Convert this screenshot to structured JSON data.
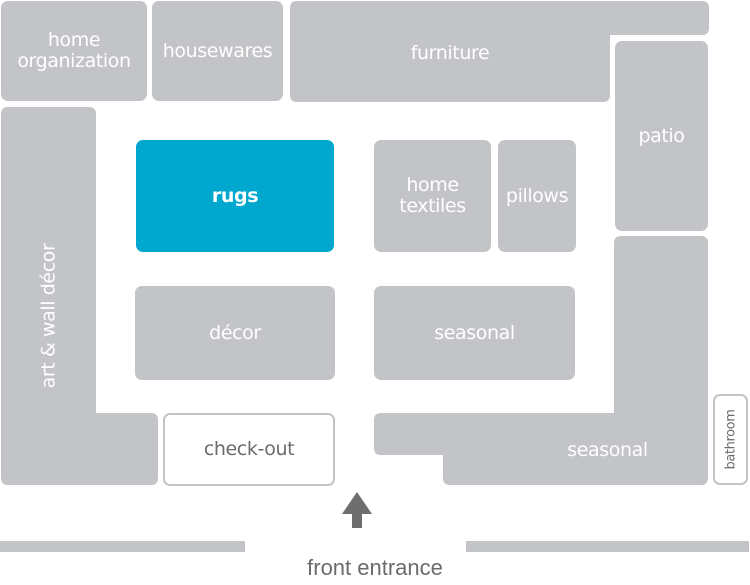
{
  "map": {
    "selected_department": "rugs",
    "colors": {
      "department": "#c2c4c8",
      "selected": "#00a8d0",
      "label_dark": "#6b6b6b",
      "arrow": "#6e6e6e"
    },
    "departments": {
      "home_organization": "home organization",
      "home_organization_line1": "home",
      "home_organization_line2": "organization",
      "housewares": "housewares",
      "furniture": "furniture",
      "patio": "patio",
      "art_wall_decor": "art & wall décor",
      "rugs": "rugs",
      "home_textiles_line1": "home",
      "home_textiles_line2": "textiles",
      "pillows": "pillows",
      "decor": "décor",
      "seasonal_center": "seasonal",
      "seasonal_corner": "seasonal",
      "check_out": "check-out",
      "bathroom": "bathroom"
    },
    "entrance": {
      "label": "front entrance",
      "icon": "arrow-up-icon"
    }
  }
}
